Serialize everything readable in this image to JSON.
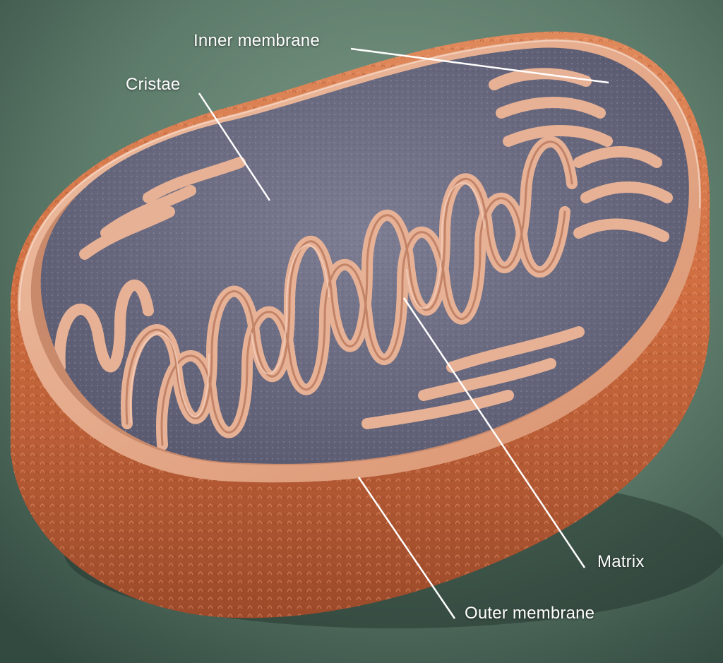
{
  "diagram": {
    "labels": {
      "inner_membrane": "Inner membrane",
      "cristae": "Cristae",
      "matrix": "Matrix",
      "outer_membrane": "Outer membrane"
    },
    "colors": {
      "background": "#5f7d6c",
      "outer_membrane": "#d9774a",
      "inner_membrane": "#e6b49a",
      "cristae": "#e2a88c",
      "matrix": "#6f6f86",
      "leader_line": "#ffffff"
    }
  }
}
